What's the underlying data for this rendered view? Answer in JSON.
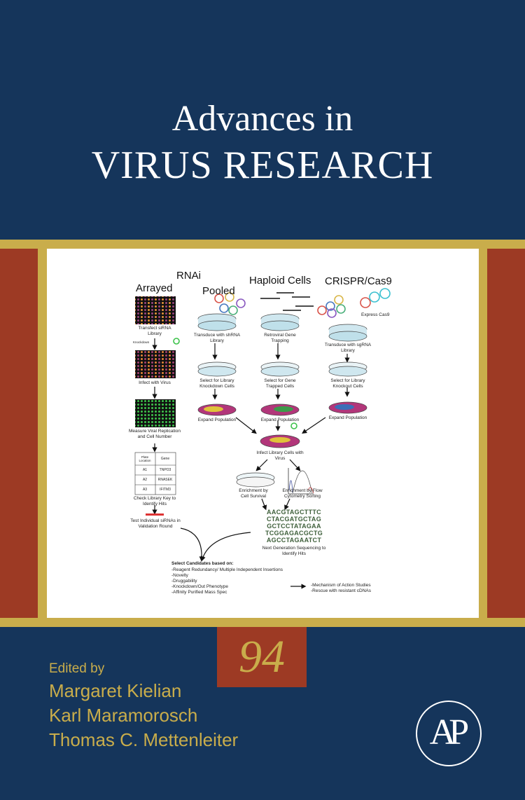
{
  "cover": {
    "series_title_line1": "Advances in",
    "series_title_line2": "VIRUS RESEARCH",
    "volume": "94",
    "edited_by": "Edited by",
    "editors": [
      "Margaret Kielian",
      "Karl Maramorosch",
      "Thomas C. Mettenleiter"
    ],
    "publisher_logo": "AP",
    "colors": {
      "navy": "#15355b",
      "gold": "#c9ad4b",
      "red": "#9d3a24",
      "white": "#ffffff"
    }
  },
  "diagram": {
    "headers": {
      "rnai": "RNAi",
      "arrayed": "Arrayed",
      "pooled": "Pooled",
      "haploid": "Haploid Cells",
      "crispr": "CRISPR/Cas9"
    },
    "arrayed": {
      "transfect": "Transfect siRNA Library",
      "knockdown": "Knockdown",
      "infect": "Infect with Virus",
      "measure": "Measure Viral Replication and Cell Number",
      "table_headers": [
        "Plate Location",
        "Gene"
      ],
      "table_rows": [
        [
          "A1",
          "TNPO3"
        ],
        [
          "A2",
          "RNASEK"
        ],
        [
          "A3",
          "IFITM3"
        ]
      ],
      "check": "Check Library Key to Identify Hits",
      "test": "Test Individual siRNAs in Validation Round"
    },
    "pooled": {
      "transduce": "Transduce with shRNA Library",
      "select": "Select for Library Knockdown Cells",
      "expand": "Expand Population"
    },
    "haploid": {
      "trap": "Retroviral Gene Trapping",
      "select": "Select for Gene Trapped Cells",
      "expand": "Expand Population"
    },
    "crispr": {
      "cas9": "Express Cas9",
      "transduce": "Transduce with sgRNA Library",
      "select": "Select for Library Knockout Cells",
      "expand": "Expand Population"
    },
    "infect_library": "Infect Library Cells with Virus",
    "survival": "Enrichment by Cell Survival",
    "flow": "Enrichment by Flow Cytometry Sorting",
    "sequence": [
      "AACGTAGCTTTC",
      "CTACGATGCTAG",
      "GCTCCTATAGAA",
      "TCGGAGACGCTG",
      "AGCCTAGAATCT"
    ],
    "ngs": "Next Generation Sequencing to Identify Hits",
    "select_title": "Select Candidates based on:",
    "criteria": [
      "-Reagent Redundancy/ Multiple Independent Insertions",
      "-Novelty",
      "-Druggability",
      "-Knockdown/Out Phenotype",
      "-Affinity Purified Mass Spec"
    ],
    "followup": [
      "-Mechanism of Action Studies",
      "-Rescue with resistant cDNAs"
    ]
  }
}
